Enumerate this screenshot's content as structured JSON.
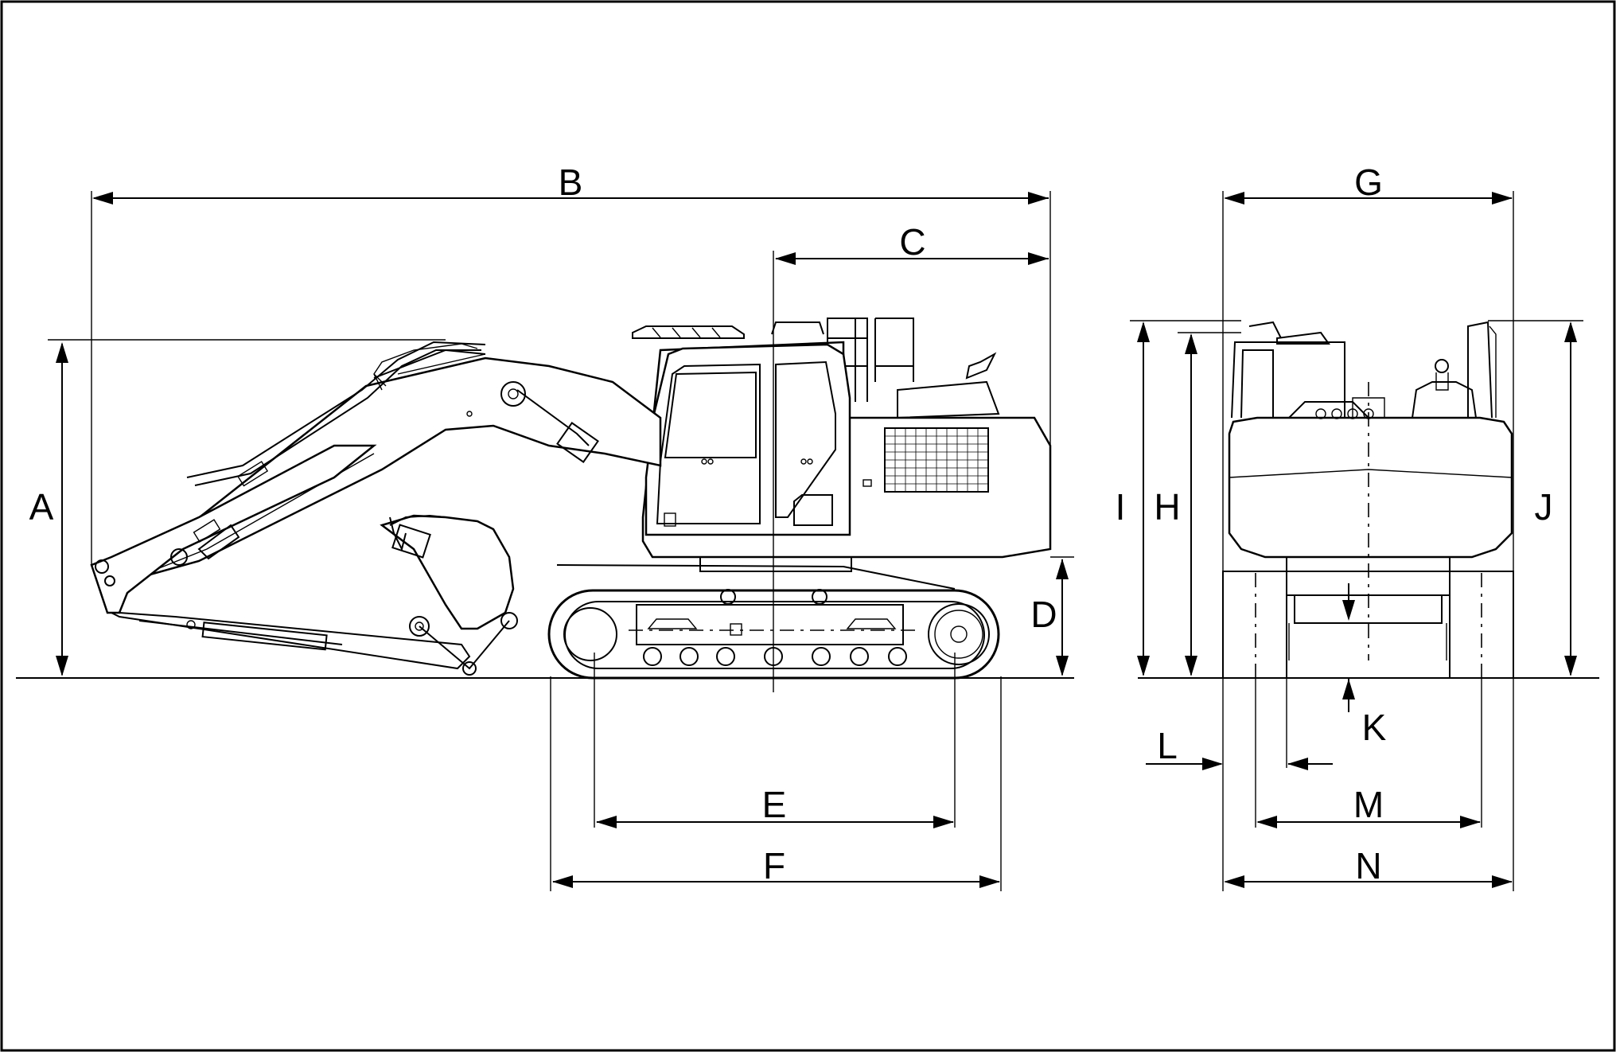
{
  "diagram": {
    "labels": {
      "A": "A",
      "B": "B",
      "C": "C",
      "D": "D",
      "E": "E",
      "F": "F",
      "G": "G",
      "H": "H",
      "I": "I",
      "J": "J",
      "K": "K",
      "L": "L",
      "M": "M",
      "N": "N"
    }
  }
}
